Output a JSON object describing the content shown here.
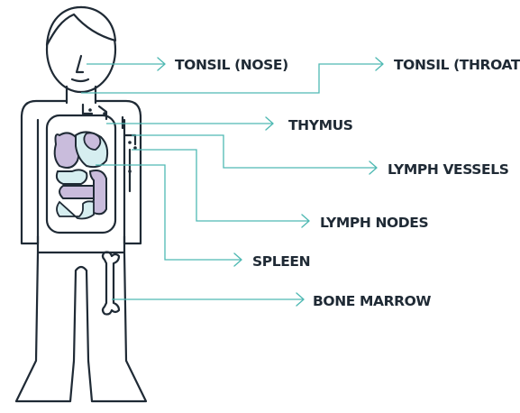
{
  "labels": {
    "tonsil_nose": "TONSIL (NOSE)",
    "tonsil_throat": "TONSIL (THROAT)",
    "thymus": "THYMUS",
    "lymph_vessels": "LYMPH VESSELS",
    "lymph_nodes": "LYMPH NODES",
    "spleen": "SPLEEN",
    "bone_marrow": "BONE MARROW"
  },
  "colors": {
    "outline": "#1f2a35",
    "leader": "#4fb9b3",
    "organ_purple": "#c9bcdc",
    "organ_teal": "#d6eef0",
    "text": "#1f2a35"
  }
}
